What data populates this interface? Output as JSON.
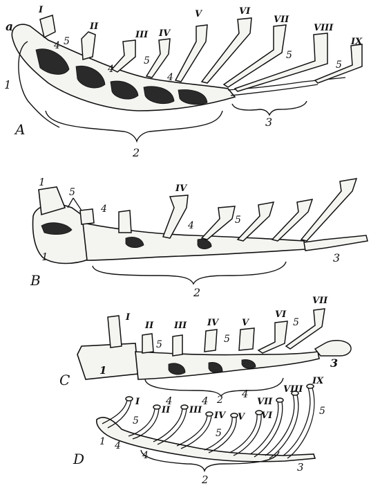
{
  "panels": {
    "A": {
      "letter": "A",
      "corner": "a",
      "romans": [
        "I",
        "II",
        "III",
        "IV",
        "V",
        "VI",
        "VII",
        "VIII",
        "IX"
      ],
      "numbers": {
        "one": "1",
        "two": "2",
        "three": "3",
        "four_a": "4",
        "four_b": "4",
        "four_c": "4",
        "five_a": "5",
        "five_b": "5",
        "five_c": "5",
        "five_d": "5"
      }
    },
    "B": {
      "letter": "B",
      "romans": [
        "IV"
      ],
      "numbers": {
        "one_top": "1",
        "one_bottom": "1",
        "two": "2",
        "three": "3",
        "four_a": "4",
        "four_b": "4",
        "five_a": "5",
        "five_b": "5"
      }
    },
    "C": {
      "letter": "C",
      "romans": [
        "I",
        "II",
        "III",
        "IV",
        "V",
        "VI",
        "VII"
      ],
      "numbers": {
        "one": "1",
        "two": "2",
        "three": "3",
        "four_a": "4",
        "four_b": "4",
        "four_c": "4",
        "five_a": "5",
        "five_b": "5",
        "five_c": "5"
      }
    },
    "D": {
      "letter": "D",
      "romans": [
        "I",
        "II",
        "III",
        "IV",
        "V",
        "VI",
        "VII",
        "VIII",
        "IX"
      ],
      "numbers": {
        "one": "1",
        "two": "2",
        "three": "3",
        "four_a": "4",
        "four_b": "4",
        "five_a": "5",
        "five_b": "5",
        "five_c": "5"
      }
    }
  }
}
